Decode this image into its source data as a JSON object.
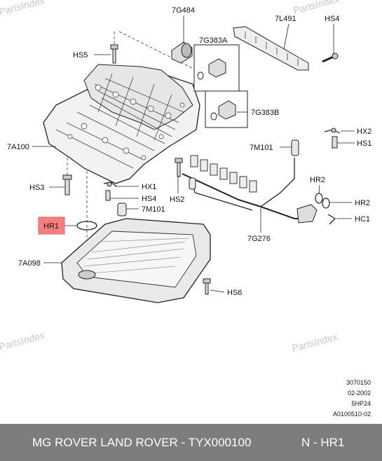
{
  "watermark": "PartsIndex",
  "labels": {
    "g484": "7G484",
    "l491": "7L491",
    "hs4_top": "HS4",
    "hs5": "HS5",
    "g383a": "7G383A",
    "g383b": "7G383B",
    "hx2": "HX2",
    "hs1": "HS1",
    "a100": "7A100",
    "m101_right": "7M101",
    "hs3": "HS3",
    "hx1": "HX1",
    "hs4_mid": "HS4",
    "m101_mid": "7M101",
    "hs2": "HS2",
    "hr2_top": "HR2",
    "hr2_right": "HR2",
    "hr1": "HR1",
    "hc1": "HC1",
    "g276": "7G276",
    "a098": "7A098",
    "hs6": "HS6"
  },
  "meta": {
    "line1": "3070150",
    "line2": "02-2002",
    "line3": "5HP24",
    "line4": "A0100510-02"
  },
  "footer": {
    "title": "MG ROVER LAND ROVER - TYX000100",
    "code": "N - HR1"
  },
  "colors": {
    "highlight": "#f47f7f",
    "footer_bg": "#7d7d7d"
  }
}
